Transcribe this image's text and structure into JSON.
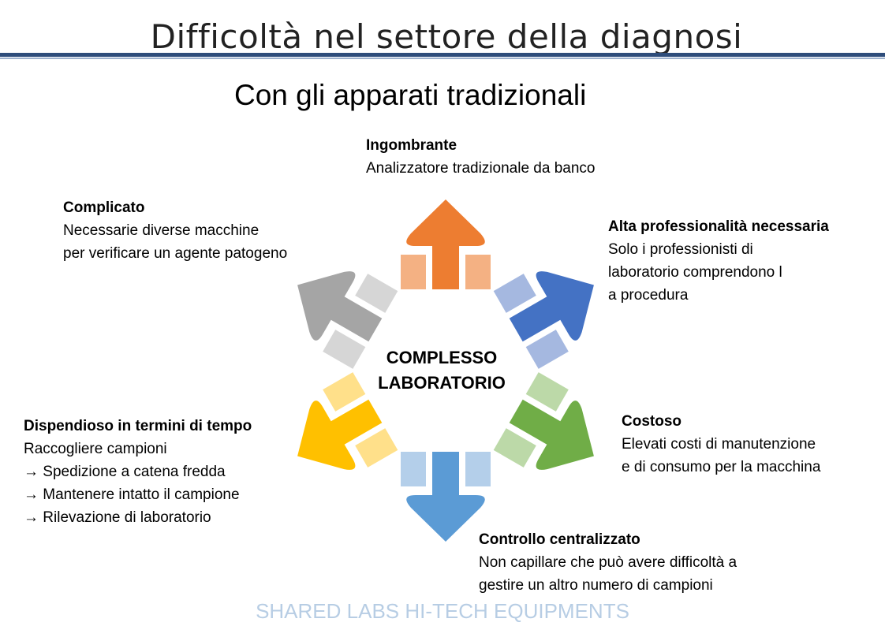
{
  "slide": {
    "title": "Difficoltà nel settore della diagnosi",
    "subtitle": "Con gli apparati tradizionali",
    "center_line1": "COMPLESSO",
    "center_line2": "LABORATORIO",
    "footer": "SHARED LABS HI-TECH EQUIPMENTS"
  },
  "items": [
    {
      "heading": "Ingombrante",
      "lines": [
        "Analizzatore tradizionale da banco"
      ],
      "color": "#ed7d31",
      "light": "#f4b183"
    },
    {
      "heading": "Alta professionalità necessaria",
      "lines": [
        "Solo i professionisti di",
        "laboratorio comprendono l",
        "a procedura"
      ],
      "color": "#4472c4",
      "light": "#a5b8e0"
    },
    {
      "heading": "Costoso",
      "lines": [
        "Elevati costi di manutenzione",
        "e di consumo per la macchina"
      ],
      "color": "#70ad47",
      "light": "#bcd9a8"
    },
    {
      "heading": "Controllo centralizzato",
      "lines": [
        "Non capillare che può avere difficoltà a",
        "gestire un altro numero di campioni"
      ],
      "color": "#5b9bd5",
      "light": "#b4cfea"
    },
    {
      "heading": "Dispendioso in termini di tempo",
      "lines": [
        "Raccogliere campioni",
        "→ Spedizione a catena fredda",
        "→ Mantenere intatto il campione",
        "→ Rilevazione di laboratorio"
      ],
      "color": "#ffc000",
      "light": "#ffe08a"
    },
    {
      "heading": "Complicato",
      "lines": [
        "Necessarie diverse macchine",
        "per verificare un agente patogeno"
      ],
      "color": "#a5a5a5",
      "light": "#d6d6d6"
    }
  ]
}
